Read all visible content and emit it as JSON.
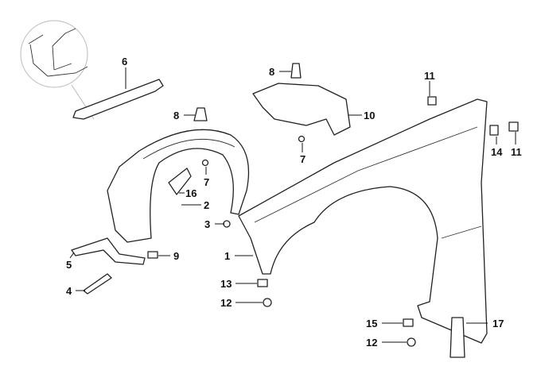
{
  "diagram": {
    "callouts": [
      {
        "id": "6-rail",
        "text": "6"
      },
      {
        "id": "8-upper",
        "text": "8"
      },
      {
        "id": "8-left",
        "text": "8"
      },
      {
        "id": "11-upper",
        "text": "11"
      },
      {
        "id": "10",
        "text": "10"
      },
      {
        "id": "7-right",
        "text": "7"
      },
      {
        "id": "7-left",
        "text": "7"
      },
      {
        "id": "16",
        "text": "16"
      },
      {
        "id": "2",
        "text": "2"
      },
      {
        "id": "3",
        "text": "3"
      },
      {
        "id": "14",
        "text": "14"
      },
      {
        "id": "11-right",
        "text": "11"
      },
      {
        "id": "1",
        "text": "1"
      },
      {
        "id": "9",
        "text": "9"
      },
      {
        "id": "5",
        "text": "5"
      },
      {
        "id": "4",
        "text": "4"
      },
      {
        "id": "13",
        "text": "13"
      },
      {
        "id": "12-middle",
        "text": "12"
      },
      {
        "id": "15",
        "text": "15"
      },
      {
        "id": "17",
        "text": "17"
      },
      {
        "id": "12-bottom",
        "text": "12"
      }
    ]
  }
}
